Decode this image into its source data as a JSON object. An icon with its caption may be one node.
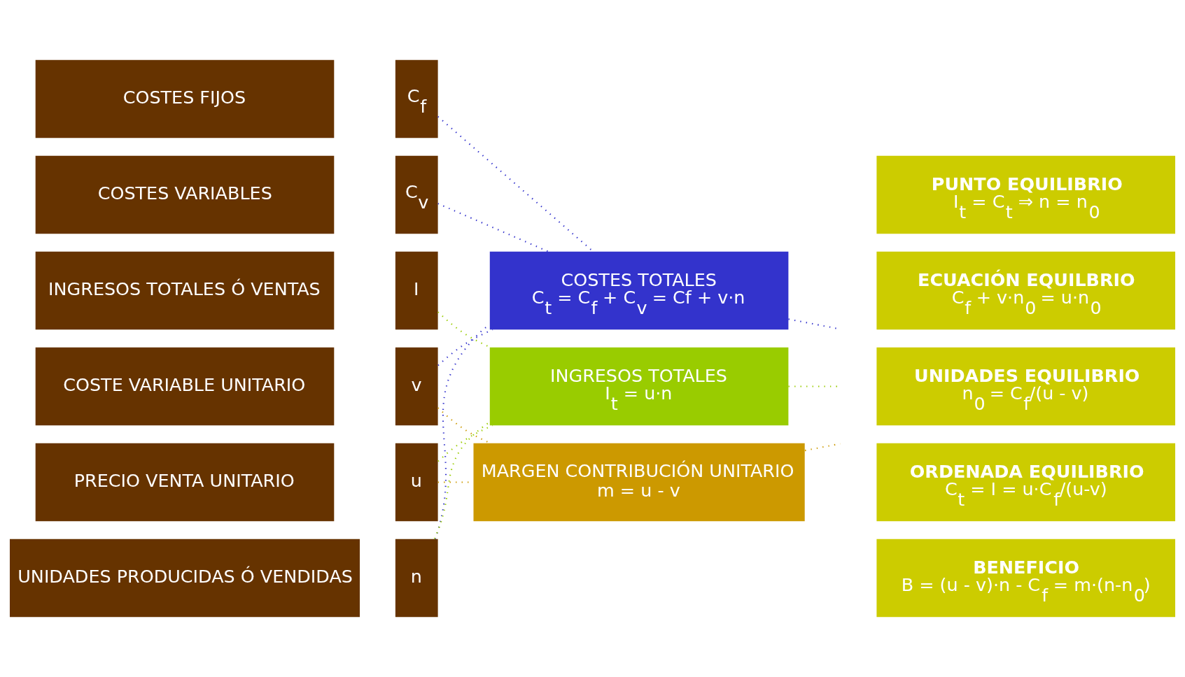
{
  "diagram": {
    "nodes": [
      {
        "text": [
          "COSTES FIJOS"
        ]
      },
      {
        "text": [
          "COSTES VARIABLES"
        ]
      },
      {
        "text": [
          "INGRESOS TOTALES Ó VENTAS"
        ]
      },
      {
        "text": [
          "COSTE VARIABLE UNITARIO"
        ]
      },
      {
        "text": [
          "PRECIO VENTA UNITARIO"
        ]
      },
      {
        "text": [
          "UNIDADES PRODUCIDAS Ó VENDIDAS"
        ]
      },
      {
        "text": [
          "C$_{f}$"
        ]
      },
      {
        "text": [
          "C$_{v}$"
        ]
      },
      {
        "text": [
          "I"
        ]
      },
      {
        "text": [
          "v"
        ]
      },
      {
        "text": [
          "u"
        ]
      },
      {
        "text": [
          "n"
        ]
      },
      {
        "text": [
          "COSTES TOTALES",
          "C$_{t}$ = C$_{f}$ + C$_{v}$ = Cf + v·n"
        ]
      },
      {
        "text": [
          "INGRESOS TOTALES",
          "I$_{t}$ = u·n"
        ]
      },
      {
        "text": [
          "MARGEN CONTRIBUCIÓN UNITARIO",
          "m = u - v"
        ]
      },
      {
        "text": [
          "PUNTO EQUILIBRIO",
          "I$_{t}$ = C$_{t}$ ⇒ n = n$_{0}$"
        ]
      },
      {
        "text": [
          "ECUACIÓN EQUILBRIO",
          "C$_{f}$ + v·n$_{0}$ = u·n$_{0}$"
        ]
      },
      {
        "text": [
          "UNIDADES EQUILIBRIO",
          "n$_{0}$ = C$_{f}$/(u - v)"
        ]
      },
      {
        "text": [
          "ORDENADA EQUILIBRIO",
          "C$_{t}$ = I = u·C$_{f}$/(u-v)"
        ]
      },
      {
        "text": [
          "BENEFICIO",
          "B = (u - v)·n - C$_{f}$ = m·(n-n$_{0}$)"
        ]
      }
    ],
    "edges": [
      {
        "from": 6,
        "to": 12,
        "arrow": "none",
        "style": "dashed",
        "color": "#3333cc"
      },
      {
        "from": 7,
        "to": 12,
        "arrow": "none",
        "style": "dashed",
        "color": "#3333cc"
      },
      {
        "from": 9,
        "to": 12,
        "arrow": "none",
        "style": "dashed",
        "color": "#3333cc"
      },
      {
        "from": 11,
        "to": 12,
        "arrow": "none",
        "style": "dashed",
        "color": "#3333cc"
      },
      {
        "from": 8,
        "to": 13,
        "arrow": "none",
        "style": "dashed",
        "color": "#99cc00"
      },
      {
        "from": 10,
        "to": 13,
        "arrow": "none",
        "style": "dashed",
        "color": "#99cc00"
      },
      {
        "from": 11,
        "to": 13,
        "arrow": "none",
        "style": "dashed",
        "color": "#99cc00"
      },
      {
        "from": 9,
        "to": 14,
        "arrow": "none",
        "style": "dashed",
        "color": "#cc9900"
      },
      {
        "from": 10,
        "to": 14,
        "arrow": "none",
        "style": "dashed",
        "color": "#cc9900"
      },
      {
        "from": 12,
        "to": null,
        "arrow": "none",
        "style": "dashed",
        "color": "#3333cc"
      },
      {
        "from": 13,
        "to": null,
        "arrow": "none",
        "style": "dashed",
        "color": "#99cc00"
      },
      {
        "from": 14,
        "to": null,
        "arrow": "none",
        "style": "dashed",
        "color": "#cc9900"
      }
    ]
  }
}
